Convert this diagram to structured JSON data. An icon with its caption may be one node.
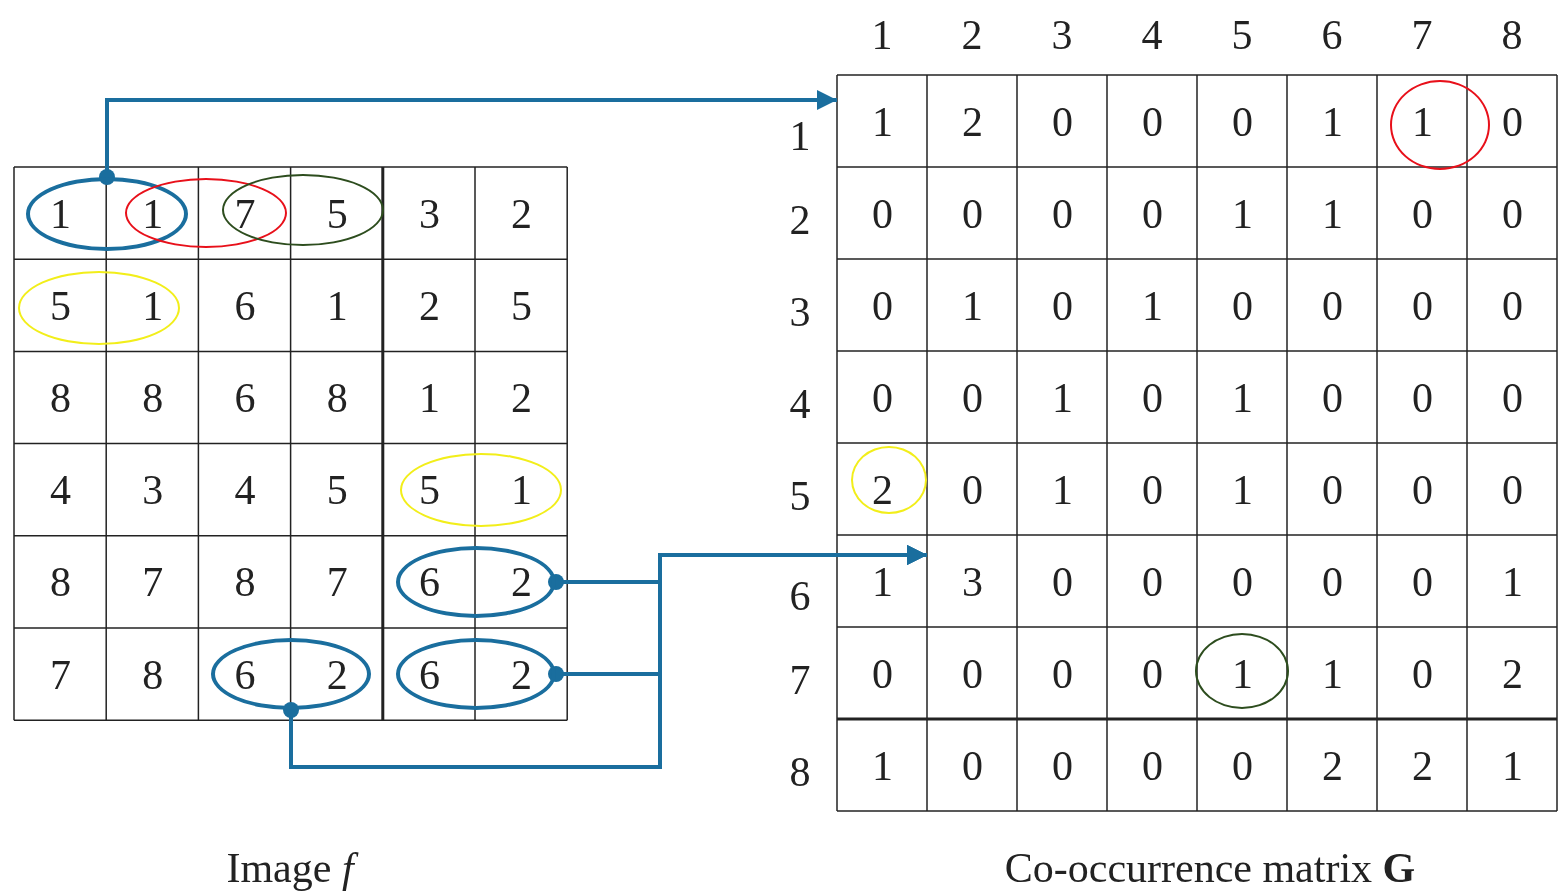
{
  "diagram": {
    "nodes": [
      {
        "text": [],
        "shape": "ellipse"
      },
      {
        "text": [],
        "shape": "ellipse"
      },
      {
        "text": [],
        "shape": "ellipse"
      },
      {
        "text": [],
        "shape": "ellipse"
      },
      {
        "text": [],
        "shape": "ellipse"
      },
      {
        "text": [],
        "shape": "ellipse"
      },
      {
        "text": [],
        "shape": "ellipse"
      },
      {
        "text": [],
        "shape": "ellipse"
      },
      {
        "text": [
          "1"
        ]
      },
      {
        "text": [],
        "shape": "ellipse"
      },
      {
        "text": [],
        "shape": "ellipse"
      },
      {
        "text": [
          "3"
        ]
      },
      {
        "text": [],
        "shape": "ellipse"
      }
    ],
    "edges": [
      {
        "from": 0,
        "to": 8,
        "arrow": "to"
      },
      {
        "from": 5,
        "to": 11,
        "arrow": "to"
      },
      {
        "from": 6,
        "to": 11,
        "arrow": "to"
      },
      {
        "from": 7,
        "to": 11,
        "arrow": "to"
      }
    ],
    "labels": [
      "1",
      "1",
      "7",
      "5",
      "3",
      "2",
      "5",
      "1",
      "6",
      "1",
      "2",
      "5",
      "8",
      "8",
      "6",
      "8",
      "1",
      "2",
      "4",
      "3",
      "4",
      "5",
      "5",
      "1",
      "8",
      "7",
      "8",
      "7",
      "6",
      "2",
      "7",
      "8",
      "6",
      "2",
      "6",
      "2",
      "1",
      "2",
      "3",
      "4",
      "5",
      "6",
      "7",
      "8",
      "1",
      "2",
      "0",
      "0",
      "0",
      "1",
      "1",
      "0",
      "2",
      "0",
      "0",
      "0",
      "0",
      "1",
      "1",
      "0",
      "0",
      "3",
      "0",
      "1",
      "0",
      "1",
      "0",
      "0",
      "0",
      "0",
      "4",
      "0",
      "0",
      "1",
      "0",
      "1",
      "0",
      "0",
      "0",
      "5",
      "2",
      "0",
      "1",
      "0",
      "1",
      "0",
      "0",
      "0",
      "6",
      "1",
      "0",
      "0",
      "0",
      "0",
      "0",
      "1",
      "7",
      "0",
      "0",
      "0",
      "0",
      "1",
      "1",
      "0",
      "2",
      "8",
      "1",
      "0",
      "0",
      "0",
      "0",
      "2",
      "2",
      "1",
      "Image *f*",
      "Co-occurrence matrix **G**"
    ]
  }
}
